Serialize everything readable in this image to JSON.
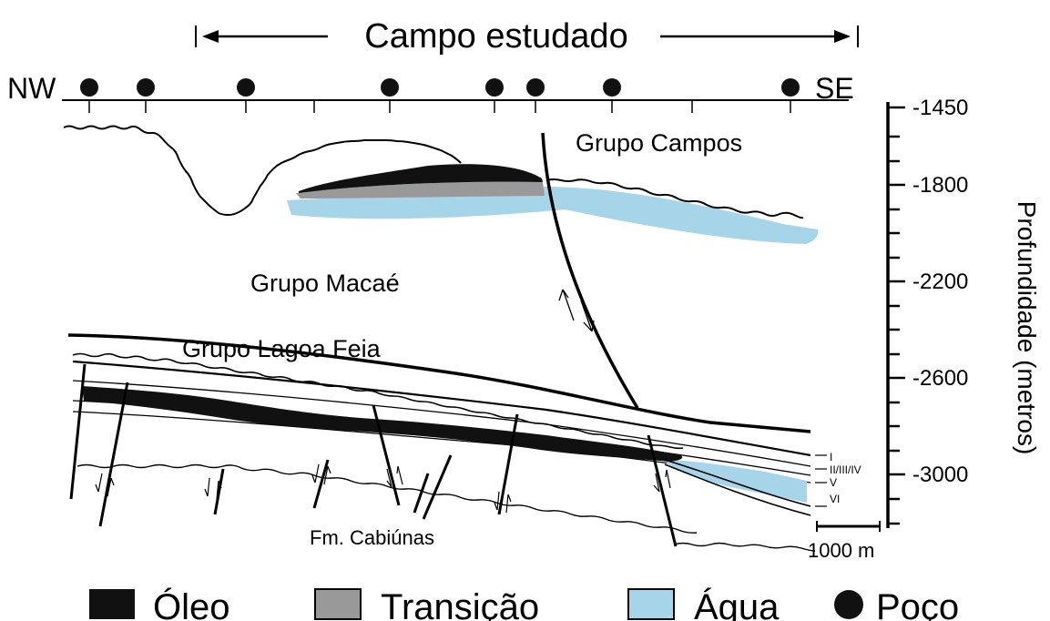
{
  "title": "Campo estudado",
  "orientation": {
    "left": "NW",
    "right": "SE"
  },
  "groups": {
    "campos": "Grupo Campos",
    "macae": "Grupo Macaé",
    "lagoa_feia": "Grupo Lagoa Feia",
    "cabiunas": "Fm. Cabiúnas"
  },
  "depth_axis": {
    "label": "Profundidade (metros)",
    "ticks": [
      "-1450",
      "-1800",
      "-2200",
      "-2600",
      "-3000"
    ]
  },
  "zones": [
    "I",
    "II/III/IV",
    "V",
    "VI"
  ],
  "scale_bar": "1000 m",
  "legend": [
    {
      "label": "Óleo",
      "color": "#111111"
    },
    {
      "label": "Transição",
      "color": "#999999"
    },
    {
      "label": "Água",
      "color": "#a6d5ea"
    },
    {
      "label": "Poço",
      "color": "#111111"
    }
  ],
  "wells_count": 8,
  "colors": {
    "oil": "#111111",
    "transition": "#999999",
    "water": "#a6d5ea"
  }
}
